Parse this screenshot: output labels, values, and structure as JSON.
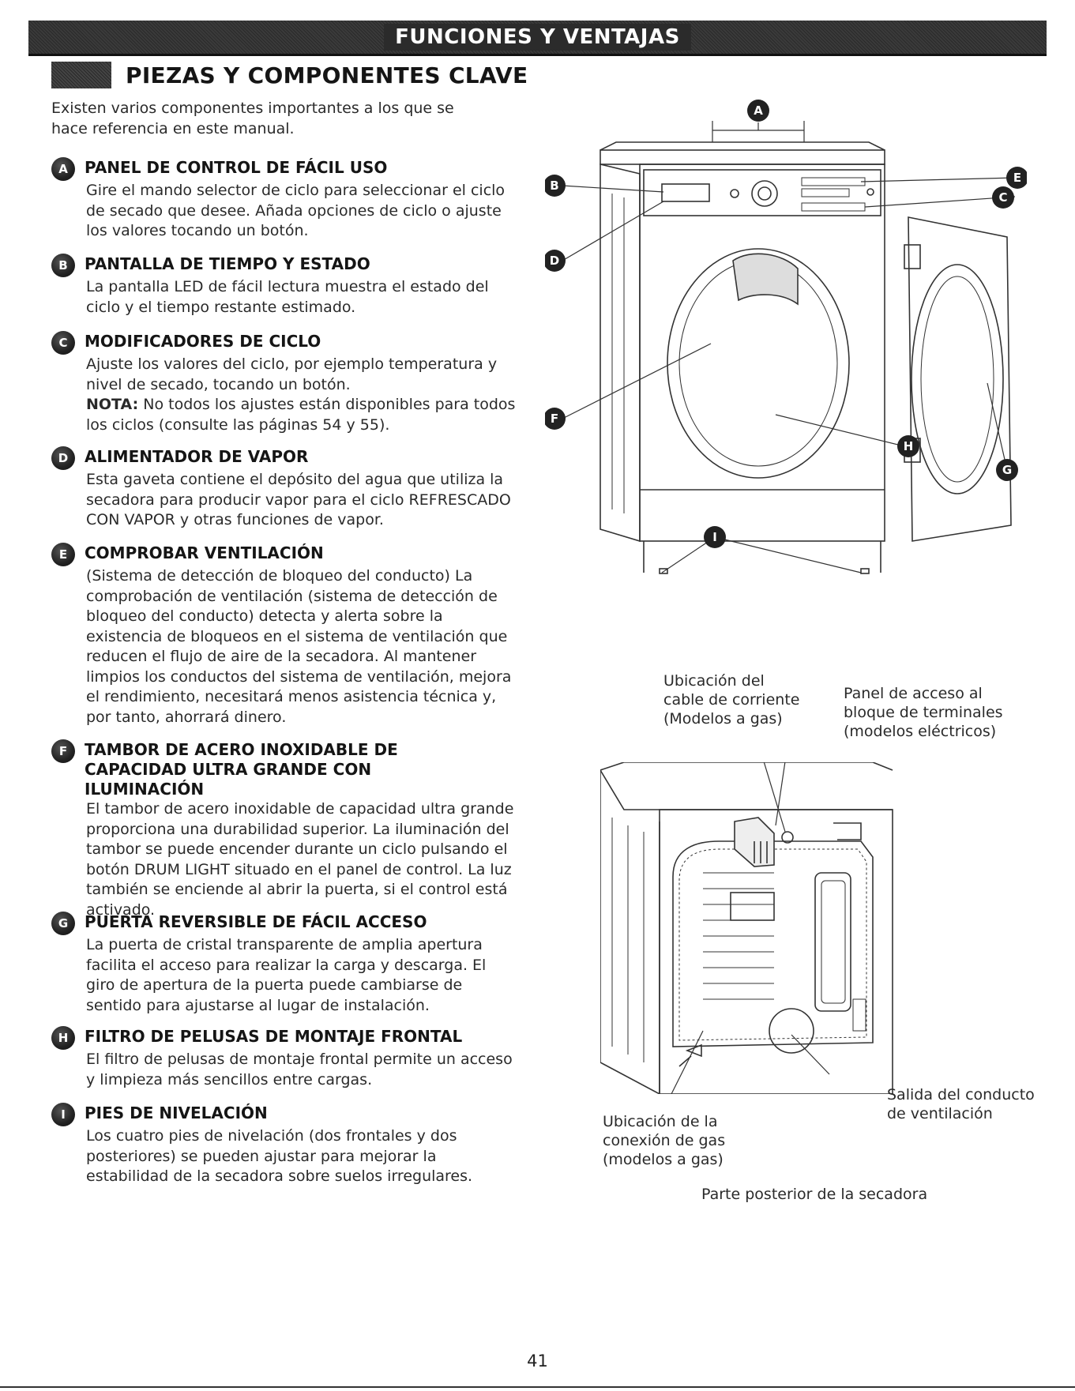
{
  "header": {
    "title": "FUNCIONES Y VENTAJAS"
  },
  "section": {
    "title": "PIEZAS Y COMPONENTES CLAVE"
  },
  "intro": "Existen varios componentes importantes a los que se hace referencia en este manual.",
  "items": [
    {
      "letter": "A",
      "title": "PANEL DE CONTROL DE FÁCIL USO",
      "body": "Gire el mando selector de ciclo para seleccionar el ciclo de secado que desee. Añada opciones de ciclo o ajuste los valores tocando un botón."
    },
    {
      "letter": "B",
      "title": "PANTALLA DE TIEMPO Y ESTADO",
      "body": "La pantalla LED de fácil lectura muestra el estado del ciclo y el tiempo restante estimado."
    },
    {
      "letter": "C",
      "title": "MODIFICADORES DE CICLO",
      "body": "Ajuste los valores del ciclo, por ejemplo temperatura y nivel de secado, tocando un botón.",
      "note_label": "NOTA:",
      "note": " No todos los ajustes están disponibles para todos los ciclos (consulte las páginas 54 y 55)."
    },
    {
      "letter": "D",
      "title": "ALIMENTADOR DE VAPOR",
      "body": "Esta gaveta contiene el depósito del agua que utiliza la secadora para producir vapor para el ciclo REFRESCADO CON VAPOR y otras funciones de vapor."
    },
    {
      "letter": "E",
      "title": "COMPROBAR VENTILACIÓN",
      "body": "(Sistema de detección de bloqueo del conducto) La comprobación de ventilación (sistema de detección de bloqueo del conducto) detecta y alerta sobre la existencia de bloqueos en el sistema de ventilación que reducen el flujo de aire de la secadora. Al mantener limpios los conductos del sistema de ventilación, mejora el rendimiento, necesitará menos asistencia técnica y, por tanto, ahorrará dinero."
    },
    {
      "letter": "F",
      "title": "TAMBOR DE ACERO INOXIDABLE DE CAPACIDAD ULTRA GRANDE CON ILUMINACIÓN",
      "body": "El tambor de acero inoxidable de capacidad ultra grande proporciona una durabilidad superior. La iluminación del tambor se puede encender durante un ciclo pulsando el botón DRUM LIGHT situado en el panel de control. La luz también se enciende al abrir la puerta, si el control está activado."
    },
    {
      "letter": "G",
      "title": "PUERTA REVERSIBLE DE FÁCIL ACCESO",
      "body": "La puerta de cristal transparente de amplia apertura facilita el acceso para realizar la carga y descarga. El giro de apertura de la puerta puede cambiarse de sentido para ajustarse al lugar de instalación."
    },
    {
      "letter": "H",
      "title": "FILTRO DE PELUSAS DE MONTAJE FRONTAL",
      "body": "El filtro de pelusas de montaje frontal permite un acceso y limpieza más sencillos entre cargas."
    },
    {
      "letter": "I",
      "title": "PIES DE NIVELACIÓN",
      "body": "Los cuatro pies de nivelación (dos frontales y dos posteriores) se pueden ajustar para mejorar la estabilidad de la secadora sobre suelos irregulares."
    }
  ],
  "rear_labels": {
    "power_cord": [
      "Ubicación del",
      "cable de corriente",
      "(Modelos a gas)"
    ],
    "terminal_panel": [
      "Panel de acceso al",
      "bloque de terminales",
      "(modelos eléctricos)"
    ],
    "exhaust": [
      "Salida del conducto",
      "de ventilación"
    ],
    "gas_connection": [
      "Ubicación de la",
      "conexión de gas",
      "(modelos a gas)"
    ],
    "caption": "Parte posterior de la secadora"
  },
  "page_number": "41"
}
